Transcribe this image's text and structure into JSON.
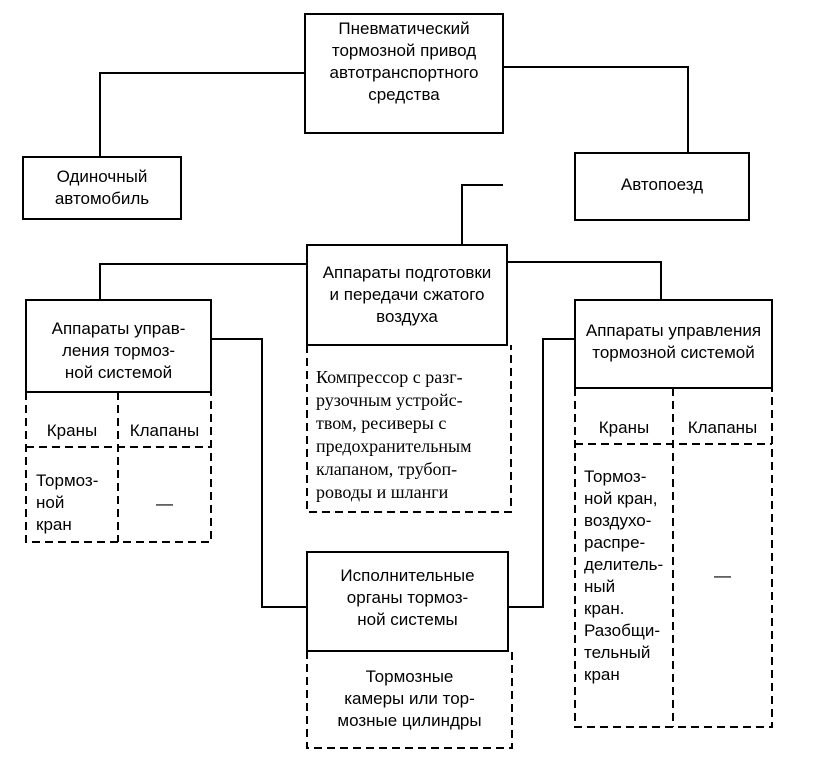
{
  "root": "Пневматический\nтормозной привод\nавтотранспортного\nсредства",
  "single_vehicle": "Одиночный\nавтомобиль",
  "road_train": "Автопоезд",
  "preparation": {
    "title": "Аппараты подготовки\nи передачи сжатого\nвоздуха",
    "details": "Компрессор с разг-\nрузочным устройс-\nтвом, ресиверы с\nпредохранительным\nклапаном, трубоп-\nроводы и шланги"
  },
  "control_left": {
    "title": "Аппараты управ-\nления тормоз-\nной системой",
    "col_valves": "Краны",
    "col_flaps": "Клапаны",
    "valves_list": "Тормоз-\nной\nкран",
    "flaps_list": "—"
  },
  "control_right": {
    "title": "Аппараты управления\nтормозной системой",
    "col_valves": "Краны",
    "col_flaps": "Клапаны",
    "valves_list": "Тормоз-\nной кран,\nвоздухо-\nраспре-\nделитель-\nный\nкран.\nРазобщи-\nтельный\nкран",
    "flaps_list": "—"
  },
  "actuators": {
    "title": "Исполнительные\nорганы тормоз-\nной  системы",
    "details": "Тормозные\nкамеры или тор-\nмозные цилиндры"
  }
}
